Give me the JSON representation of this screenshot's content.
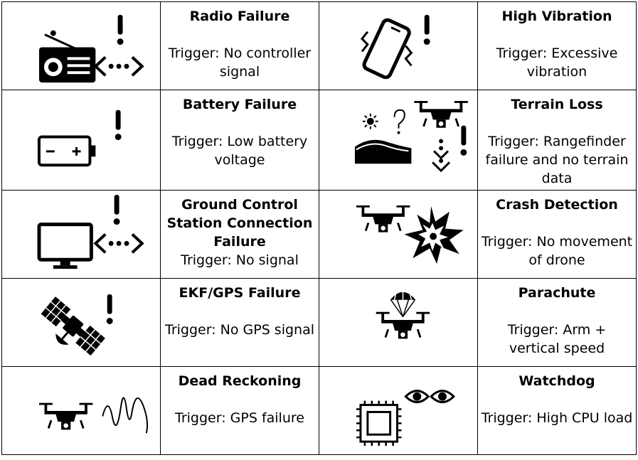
{
  "rows": [
    {
      "left": {
        "icon": "radio-failure-icon",
        "title": "Radio Failure",
        "desc": "Trigger: No controller signal"
      },
      "right": {
        "icon": "high-vibration-icon",
        "title": "High Vibration",
        "desc": "Trigger: Excessive vibration"
      }
    },
    {
      "left": {
        "icon": "battery-failure-icon",
        "title": "Battery Failure",
        "desc": "Trigger: Low battery voltage"
      },
      "right": {
        "icon": "terrain-loss-icon",
        "title": "Terrain Loss",
        "desc": "Trigger: Rangefinder failure and no terrain data"
      }
    },
    {
      "left": {
        "icon": "gcs-failure-icon",
        "title": "Ground Control Station Connection Failure",
        "desc": "Trigger: No signal"
      },
      "right": {
        "icon": "crash-detection-icon",
        "title": "Crash Detection",
        "desc": "Trigger: No movement of drone"
      }
    },
    {
      "left": {
        "icon": "ekf-gps-failure-icon",
        "title": "EKF/GPS Failure",
        "desc": "Trigger: No GPS signal"
      },
      "right": {
        "icon": "parachute-icon",
        "title": "Parachute",
        "desc": "Trigger: Arm + vertical speed"
      }
    },
    {
      "left": {
        "icon": "dead-reckoning-icon",
        "title": "Dead Reckoning",
        "desc": "Trigger: GPS failure"
      },
      "right": {
        "icon": "watchdog-icon",
        "title": "Watchdog",
        "desc": "Trigger: High CPU load"
      }
    }
  ]
}
